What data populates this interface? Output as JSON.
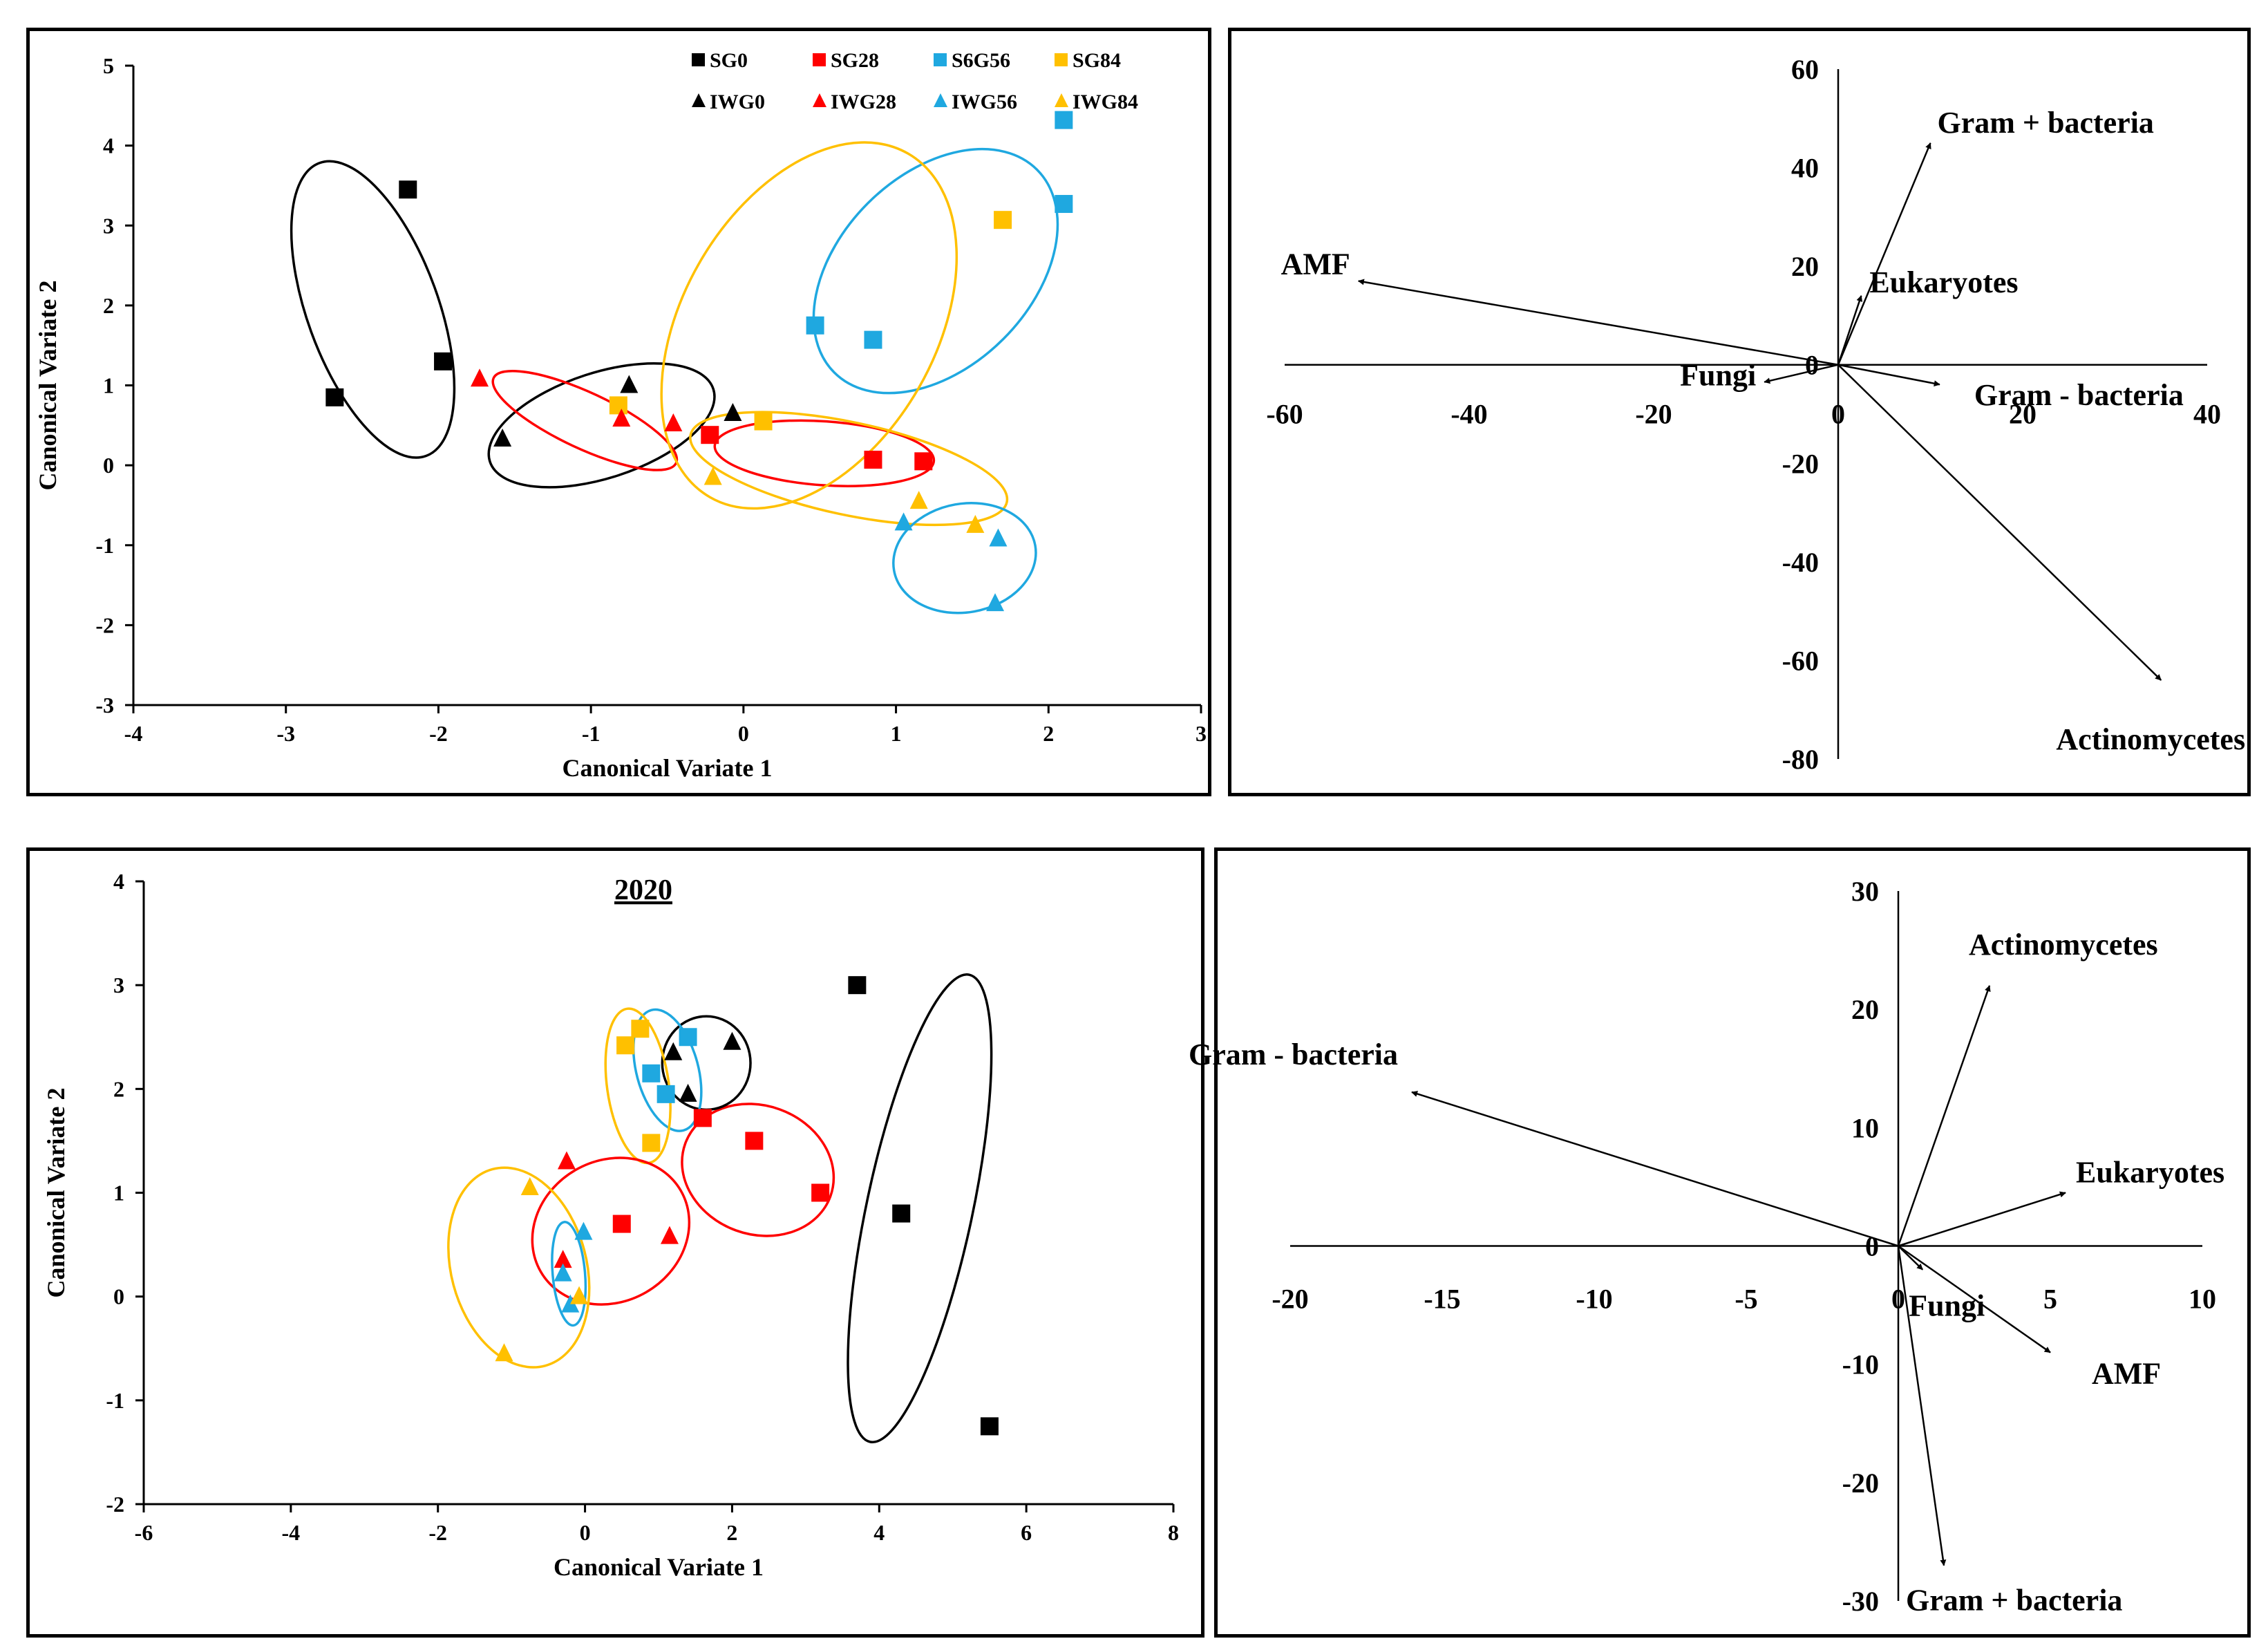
{
  "chart_data": [
    {
      "type": "scatter",
      "title": "",
      "xlabel": "Canonical Variate 1",
      "ylabel": "Canonical Variate 2",
      "xlim": [
        -4,
        3
      ],
      "ylim": [
        -3,
        5
      ],
      "xticks": [
        -4,
        -3,
        -2,
        -1,
        0,
        1,
        2,
        3
      ],
      "yticks": [
        -3,
        -2,
        -1,
        0,
        1,
        2,
        3,
        4,
        5
      ],
      "grid": false,
      "legend": "top-right",
      "legend_rows": 2,
      "series": [
        {
          "name": "SG0",
          "marker": "square",
          "color": "#000000",
          "points": [
            [
              -2.2,
              3.45
            ],
            [
              -1.97,
              1.3
            ],
            [
              -2.68,
              0.85
            ]
          ]
        },
        {
          "name": "SG28",
          "marker": "square",
          "color": "#ff0000",
          "points": [
            [
              -0.22,
              0.38
            ],
            [
              0.85,
              0.07
            ],
            [
              1.18,
              0.05
            ]
          ]
        },
        {
          "name": "S6G56",
          "marker": "square",
          "color": "#1fa8e0",
          "points": [
            [
              0.47,
              1.75
            ],
            [
              0.85,
              1.57
            ],
            [
              2.1,
              3.27
            ],
            [
              2.1,
              4.32
            ]
          ]
        },
        {
          "name": "SG84",
          "marker": "square",
          "color": "#ffc000",
          "points": [
            [
              -0.82,
              0.75
            ],
            [
              0.13,
              0.55
            ],
            [
              1.7,
              3.07
            ]
          ]
        },
        {
          "name": "IWG0",
          "marker": "triangle",
          "color": "#000000",
          "points": [
            [
              -1.58,
              0.33
            ],
            [
              -0.75,
              1.0
            ],
            [
              -0.07,
              0.65
            ]
          ]
        },
        {
          "name": "IWG28",
          "marker": "triangle",
          "color": "#ff0000",
          "points": [
            [
              -1.73,
              1.08
            ],
            [
              -0.8,
              0.58
            ],
            [
              -0.46,
              0.52
            ]
          ]
        },
        {
          "name": "IWG56",
          "marker": "triangle",
          "color": "#1fa8e0",
          "points": [
            [
              1.05,
              -0.72
            ],
            [
              1.67,
              -0.92
            ],
            [
              1.65,
              -1.73
            ]
          ]
        },
        {
          "name": "IWG84",
          "marker": "triangle",
          "color": "#ffc000",
          "points": [
            [
              -0.2,
              -0.15
            ],
            [
              1.15,
              -0.45
            ],
            [
              1.52,
              -0.75
            ]
          ]
        }
      ],
      "ellipses": [
        {
          "group": "SG0",
          "color": "#000000",
          "center": [
            -2.43,
            1.95
          ],
          "rx": 0.43,
          "ry": 1.95,
          "rotation_deg": 20
        },
        {
          "group": "IWG0",
          "color": "#000000",
          "center": [
            -0.93,
            0.5
          ],
          "rx": 0.77,
          "ry": 0.66,
          "rotation_deg": 18
        },
        {
          "group": "IWG28",
          "color": "#ff0000",
          "center": [
            -1.04,
            0.56
          ],
          "rx": 0.66,
          "ry": 0.35,
          "rotation_deg": -25
        },
        {
          "group": "SG28",
          "color": "#ff0000",
          "center": [
            0.53,
            0.15
          ],
          "rx": 0.72,
          "ry": 0.4,
          "rotation_deg": -4
        },
        {
          "group": "S6G56",
          "color": "#1fa8e0",
          "center": [
            1.26,
            2.43
          ],
          "rx": 0.94,
          "ry": 1.2,
          "rotation_deg": 45
        },
        {
          "group": "SG84",
          "color": "#ffc000",
          "center": [
            0.43,
            1.75
          ],
          "rx": 1.3,
          "ry": 1.58,
          "rotation_deg": 60
        },
        {
          "group": "IWG84",
          "color": "#ffc000",
          "center": [
            0.69,
            -0.04
          ],
          "rx": 1.06,
          "ry": 0.58,
          "rotation_deg": -12
        },
        {
          "group": "IWG56",
          "color": "#1fa8e0",
          "center": [
            1.45,
            -1.16
          ],
          "rx": 0.47,
          "ry": 0.68,
          "rotation_deg": 10
        }
      ]
    },
    {
      "type": "biplot",
      "title": "",
      "xlim": [
        -60,
        40
      ],
      "ylim": [
        -80,
        60
      ],
      "xticks": [
        -60,
        -40,
        -20,
        0,
        20,
        40
      ],
      "yticks": [
        -80,
        -60,
        -40,
        -20,
        0,
        20,
        40,
        60
      ],
      "grid": false,
      "vectors": [
        {
          "name": "Gram + bacteria",
          "x": 10,
          "y": 45
        },
        {
          "name": "AMF",
          "x": -52,
          "y": 17
        },
        {
          "name": "Eukaryotes",
          "x": 2.5,
          "y": 14
        },
        {
          "name": "Gram - bacteria",
          "x": 11,
          "y": -4
        },
        {
          "name": "Fungi",
          "x": -8,
          "y": -3.5
        },
        {
          "name": "Actinomycetes",
          "x": 35,
          "y": -64
        }
      ]
    },
    {
      "type": "scatter",
      "title": "2020",
      "xlabel": "Canonical Variate 1",
      "ylabel": "Canonical Variate 2",
      "xlim": [
        -6,
        8
      ],
      "ylim": [
        -2,
        4
      ],
      "xticks": [
        -6,
        -4,
        -2,
        0,
        2,
        4,
        6,
        8
      ],
      "yticks": [
        -2,
        -1,
        0,
        1,
        2,
        3,
        4
      ],
      "grid": false,
      "series": [
        {
          "name": "SG0",
          "marker": "square",
          "color": "#000000",
          "points": [
            [
              3.7,
              3.0
            ],
            [
              4.3,
              0.8
            ],
            [
              5.5,
              -1.25
            ]
          ]
        },
        {
          "name": "SG28",
          "marker": "square",
          "color": "#ff0000",
          "points": [
            [
              0.5,
              0.7
            ],
            [
              1.6,
              1.72
            ],
            [
              2.3,
              1.5
            ],
            [
              3.2,
              1.0
            ]
          ]
        },
        {
          "name": "S6G56",
          "marker": "square",
          "color": "#1fa8e0",
          "points": [
            [
              0.9,
              2.15
            ],
            [
              1.1,
              1.95
            ],
            [
              1.4,
              2.5
            ]
          ]
        },
        {
          "name": "SG84",
          "marker": "square",
          "color": "#ffc000",
          "points": [
            [
              0.55,
              2.42
            ],
            [
              0.75,
              2.58
            ],
            [
              0.9,
              1.48
            ]
          ]
        },
        {
          "name": "IWG0",
          "marker": "triangle",
          "color": "#000000",
          "points": [
            [
              1.2,
              2.35
            ],
            [
              1.4,
              1.95
            ],
            [
              2.0,
              2.45
            ]
          ]
        },
        {
          "name": "IWG28",
          "marker": "triangle",
          "color": "#ff0000",
          "points": [
            [
              -0.3,
              0.35
            ],
            [
              -0.25,
              1.3
            ],
            [
              1.15,
              0.58
            ]
          ]
        },
        {
          "name": "IWG56",
          "marker": "triangle",
          "color": "#1fa8e0",
          "points": [
            [
              -0.3,
              0.22
            ],
            [
              -0.2,
              -0.08
            ],
            [
              -0.02,
              0.62
            ]
          ]
        },
        {
          "name": "IWG84",
          "marker": "triangle",
          "color": "#ffc000",
          "points": [
            [
              -1.1,
              -0.55
            ],
            [
              -0.75,
              1.05
            ],
            [
              -0.08,
              0.0
            ]
          ]
        }
      ],
      "ellipses": [
        {
          "group": "SG0",
          "color": "#000000",
          "center": [
            4.55,
            0.85
          ],
          "rx": 0.72,
          "ry": 2.3,
          "rotation_deg": -12
        },
        {
          "group": "SG28",
          "color": "#ff0000",
          "center": [
            2.35,
            1.22
          ],
          "rx": 1.05,
          "ry": 0.62,
          "rotation_deg": -20
        },
        {
          "group": "IWG0",
          "color": "#000000",
          "center": [
            1.65,
            2.25
          ],
          "rx": 0.6,
          "ry": 0.45,
          "rotation_deg": 0
        },
        {
          "group": "S6G56",
          "color": "#1fa8e0",
          "center": [
            1.12,
            2.18
          ],
          "rx": 0.42,
          "ry": 0.6,
          "rotation_deg": 15
        },
        {
          "group": "SG84",
          "color": "#ffc000",
          "center": [
            0.72,
            2.03
          ],
          "rx": 0.42,
          "ry": 0.75,
          "rotation_deg": 8
        },
        {
          "group": "IWG28",
          "color": "#ff0000",
          "center": [
            0.35,
            0.63
          ],
          "rx": 1.1,
          "ry": 0.68,
          "rotation_deg": 30
        },
        {
          "group": "IWG56",
          "color": "#1fa8e0",
          "center": [
            -0.22,
            0.22
          ],
          "rx": 0.22,
          "ry": 0.5,
          "rotation_deg": 5
        },
        {
          "group": "IWG84",
          "color": "#ffc000",
          "center": [
            -0.9,
            0.28
          ],
          "rx": 0.92,
          "ry": 0.98,
          "rotation_deg": 15
        }
      ]
    },
    {
      "type": "biplot",
      "title": "",
      "xlim": [
        -20,
        10
      ],
      "ylim": [
        -30,
        30
      ],
      "xticks": [
        -20,
        -15,
        -10,
        -5,
        0,
        5,
        10
      ],
      "yticks": [
        -30,
        -20,
        -10,
        0,
        10,
        20,
        30
      ],
      "grid": false,
      "vectors": [
        {
          "name": "Actinomycetes",
          "x": 3,
          "y": 22
        },
        {
          "name": "Gram - bacteria",
          "x": -16,
          "y": 13
        },
        {
          "name": "Eukaryotes",
          "x": 5.5,
          "y": 4.5
        },
        {
          "name": "Fungi",
          "x": 0.8,
          "y": -2
        },
        {
          "name": "AMF",
          "x": 5,
          "y": -9
        },
        {
          "name": "Gram + bacteria",
          "x": 1.5,
          "y": -27
        }
      ]
    }
  ]
}
